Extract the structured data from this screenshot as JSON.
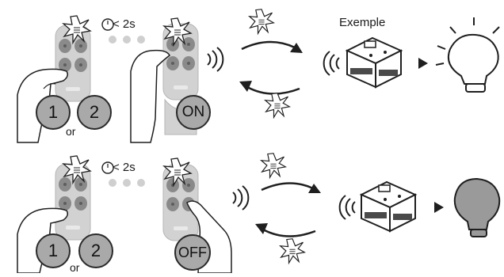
{
  "labels": {
    "exemple": "Exemple",
    "time_top": "< 2s",
    "time_bottom": "< 2s",
    "or_top": "or",
    "or_bottom": "or",
    "btn1_top": "1",
    "btn2_top": "2",
    "btn1_bottom": "1",
    "btn2_bottom": "2",
    "on": "ON",
    "off": "OFF"
  },
  "colors": {
    "remote_body": "#d2d2d2",
    "remote_buttons": "#8a8a8a",
    "button_circle": "#a9a9a9",
    "bulb_on": "#ffffff",
    "bulb_off": "#9a9a9a",
    "stroke": "#1f1f1f"
  },
  "icons": [
    "timer-icon",
    "flash-icon",
    "signal-waves-icon",
    "arrow-icon",
    "relay-module-icon",
    "light-bulb-icon",
    "hand-icon"
  ]
}
